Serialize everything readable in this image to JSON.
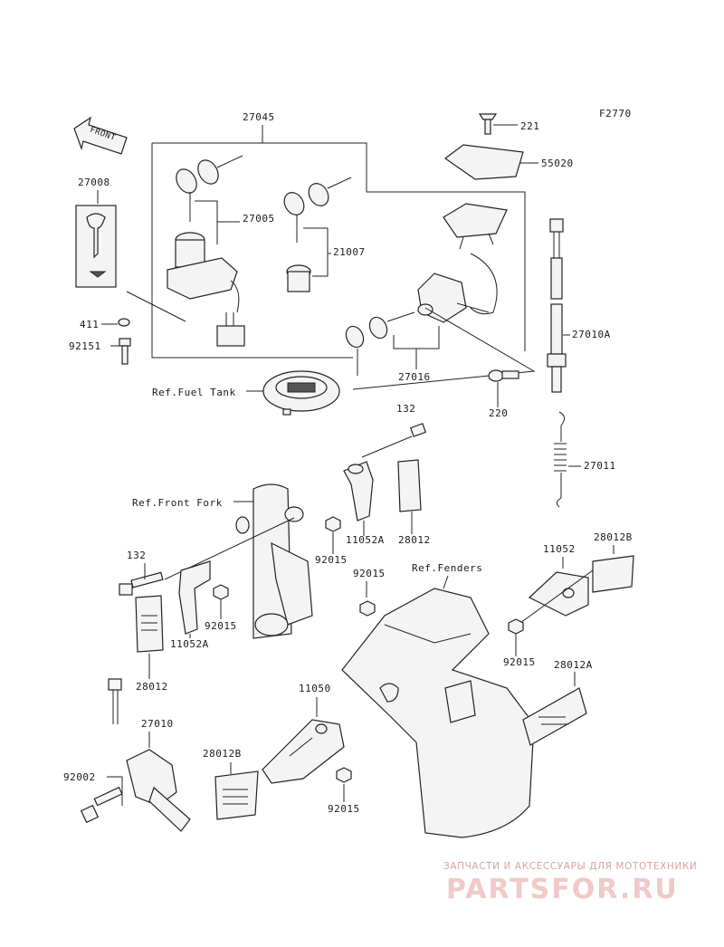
{
  "figure_code": "F2770",
  "front_label": "FRONT",
  "parts": {
    "p27045": "27045",
    "p27008": "27008",
    "p27005": "27005",
    "p21007": "21007",
    "p411": "411",
    "p92151": "92151",
    "p27016": "27016",
    "p221": "221",
    "p55020": "55020",
    "p27010A": "27010A",
    "p220": "220",
    "p27011": "27011",
    "p132a": "132",
    "p28012a": "28012",
    "p11052Aa": "11052A",
    "p92015a": "92015",
    "p132b": "132",
    "p92015b": "92015",
    "p11052Ab": "11052A",
    "p28012b": "28012",
    "p92015c": "92015",
    "p11052": "11052",
    "p28012B_a": "28012B",
    "p92015d": "92015",
    "p28012A": "28012A",
    "p11050": "11050",
    "p27010": "27010",
    "p92002": "92002",
    "p28012B_b": "28012B",
    "p92015e": "92015"
  },
  "refs": {
    "fuel_tank": "Ref.Fuel Tank",
    "front_fork": "Ref.Front Fork",
    "fenders": "Ref.Fenders"
  },
  "watermark": {
    "line1": "ЗАПЧАСТИ И АКСЕССУАРЫ ДЛЯ МОТОТЕХНИКИ",
    "line2": "PARTSFOR.RU"
  }
}
